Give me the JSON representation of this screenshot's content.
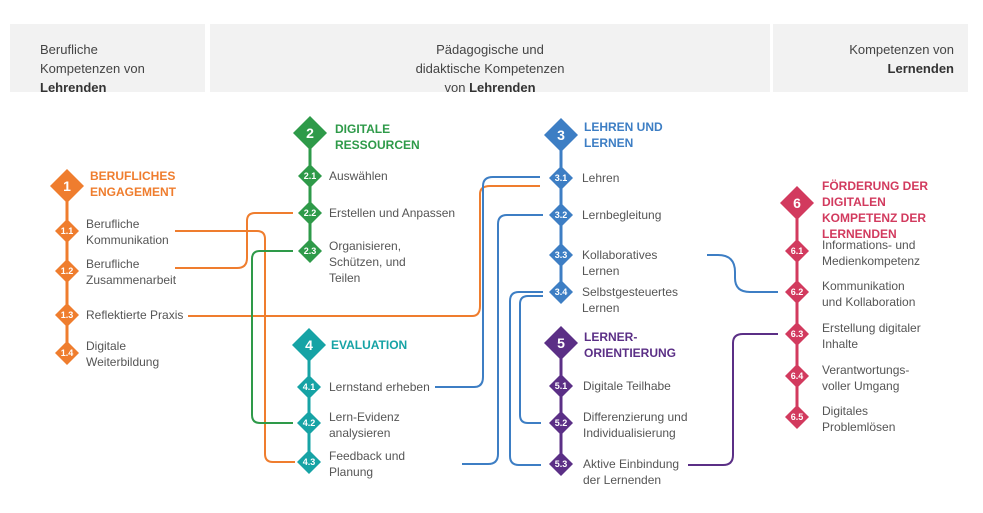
{
  "header": {
    "left": {
      "line1": "Berufliche",
      "line2": "Kompetenzen von",
      "bold": "Lehrenden"
    },
    "middle": {
      "line1": "Pädagogische und",
      "line2": "didaktische Kompetenzen",
      "line3": "von",
      "bold": "Lehrenden"
    },
    "right": {
      "line1": "Kompetenzen von",
      "bold": "Lernenden"
    }
  },
  "colors": {
    "orange": "#ef7d2e",
    "green": "#2e9a49",
    "blue": "#3d7ec4",
    "teal": "#16a3a5",
    "purple": "#5b2f86",
    "red": "#d23a5e"
  },
  "areas": [
    {
      "num": "1",
      "title1": "BERUFLICHES",
      "title2": "ENGAGEMENT",
      "items": [
        {
          "num": "1.1",
          "l1": "Berufliche",
          "l2": "Kommunikation"
        },
        {
          "num": "1.2",
          "l1": "Berufliche",
          "l2": "Zusammenarbeit"
        },
        {
          "num": "1.3",
          "l1": "Reflektierte Praxis"
        },
        {
          "num": "1.4",
          "l1": "Digitale",
          "l2": "Weiterbildung"
        }
      ]
    },
    {
      "num": "2",
      "title1": "DIGITALE",
      "title2": "RESSOURCEN",
      "items": [
        {
          "num": "2.1",
          "l1": "Auswählen"
        },
        {
          "num": "2.2",
          "l1": "Erstellen und Anpassen"
        },
        {
          "num": "2.3",
          "l1": "Organisieren,",
          "l2": "Schützen, und",
          "l3": "Teilen"
        }
      ]
    },
    {
      "num": "3",
      "title1": "LEHREN UND",
      "title2": "LERNEN",
      "items": [
        {
          "num": "3.1",
          "l1": "Lehren"
        },
        {
          "num": "3.2",
          "l1": "Lernbegleitung"
        },
        {
          "num": "3.3",
          "l1": "Kollaboratives",
          "l2": "Lernen"
        },
        {
          "num": "3.4",
          "l1": "Selbstgesteuertes",
          "l2": "Lernen"
        }
      ]
    },
    {
      "num": "4",
      "title1": "EVALUATION",
      "items": [
        {
          "num": "4.1",
          "l1": "Lernstand erheben"
        },
        {
          "num": "4.2",
          "l1": "Lern-Evidenz",
          "l2": "analysieren"
        },
        {
          "num": "4.3",
          "l1": "Feedback und",
          "l2": "Planung"
        }
      ]
    },
    {
      "num": "5",
      "title1": "LERNER-",
      "title2": "ORIENTIERUNG",
      "items": [
        {
          "num": "5.1",
          "l1": "Digitale Teilhabe"
        },
        {
          "num": "5.2",
          "l1": "Differenzierung und",
          "l2": "Individualisierung"
        },
        {
          "num": "5.3",
          "l1": "Aktive Einbindung",
          "l2": "der Lernenden"
        }
      ]
    },
    {
      "num": "6",
      "title1": "FÖRDERUNG DER",
      "title2": "DIGITALEN",
      "title3": "KOMPETENZ DER",
      "title4": "LERNENDEN",
      "items": [
        {
          "num": "6.1",
          "l1": "Informations-  und",
          "l2": "Medienkompetenz"
        },
        {
          "num": "6.2",
          "l1": "Kommunikation",
          "l2": "und Kollaboration"
        },
        {
          "num": "6.3",
          "l1": "Erstellung digitaler",
          "l2": "Inhalte"
        },
        {
          "num": "6.4",
          "l1": "Verantwortungs-",
          "l2": "voller Umgang"
        },
        {
          "num": "6.5",
          "l1": "Digitales",
          "l2": "Problemlösen"
        }
      ]
    }
  ]
}
